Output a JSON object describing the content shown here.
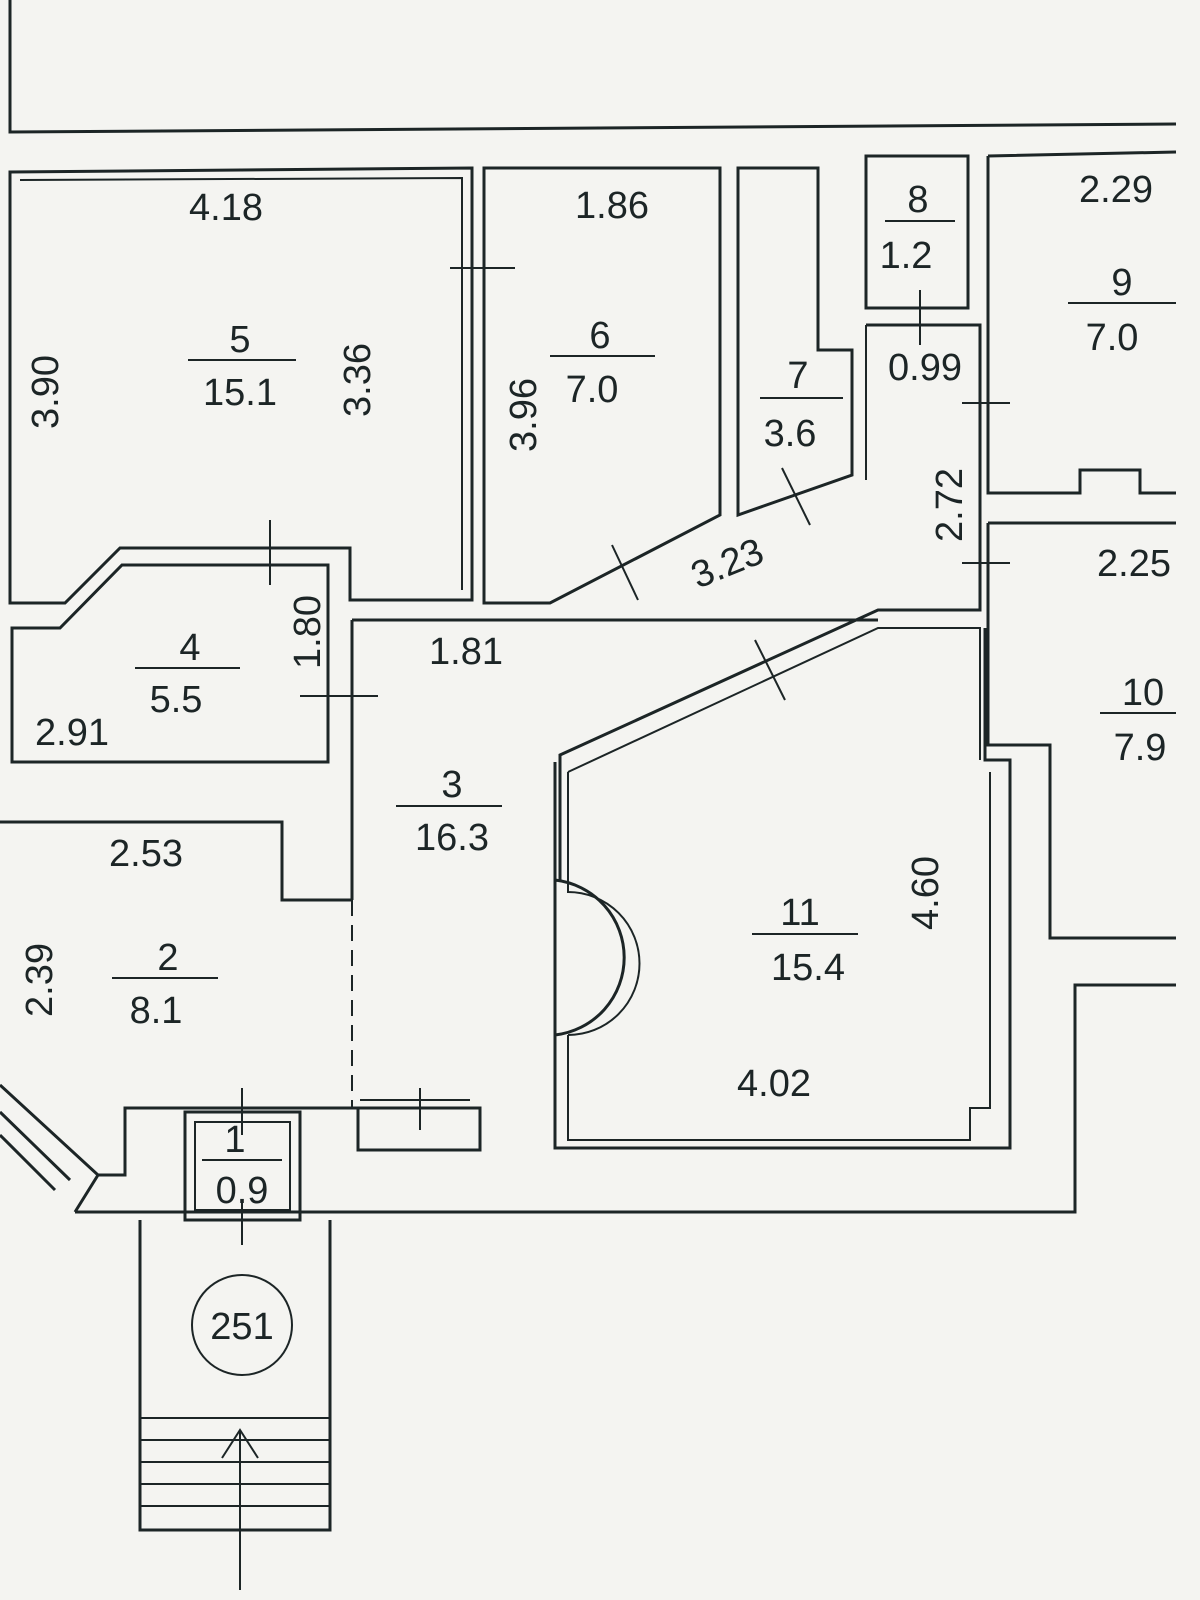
{
  "plan": {
    "building_number": "251",
    "rooms": [
      {
        "number": "1",
        "area": "0.9"
      },
      {
        "number": "2",
        "area": "8.1"
      },
      {
        "number": "3",
        "area": "16.3"
      },
      {
        "number": "4",
        "area": "5.5"
      },
      {
        "number": "5",
        "area": "15.1"
      },
      {
        "number": "6",
        "area": "7.0"
      },
      {
        "number": "7",
        "area": "3.6"
      },
      {
        "number": "8",
        "area": "1.2"
      },
      {
        "number": "9",
        "area": "7.0"
      },
      {
        "number": "10",
        "area": "7.9"
      },
      {
        "number": "11",
        "area": "15.4"
      }
    ],
    "dimensions": {
      "r5_width": "4.18",
      "r5_left": "3.90",
      "r5_right": "3.36",
      "r6_width": "1.86",
      "r6_left": "3.96",
      "r9_width": "2.29",
      "corridor_width": "0.99",
      "corridor_height": "2.72",
      "diag_wall": "3.23",
      "r10_width": "2.25",
      "r4_height": "1.80",
      "r3_width": "1.81",
      "r4_width": "2.91",
      "r2_width": "2.53",
      "r2_height": "2.39",
      "r11_height": "4.60",
      "r11_width": "4.02"
    }
  }
}
